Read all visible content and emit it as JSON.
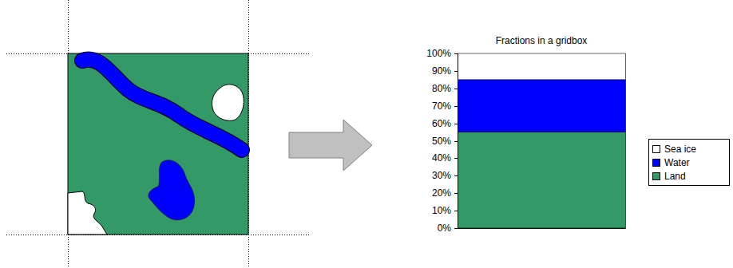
{
  "diagram": {
    "title": "Fractions in a gridbox",
    "labels": [
      "100%",
      "90%",
      "80%",
      "70%",
      "60%",
      "50%",
      "40%",
      "30%",
      "20%",
      "10%",
      "0%"
    ],
    "legend": [
      {
        "text": "Sea ice",
        "color": "#ffffff"
      },
      {
        "text": "Water",
        "color": "#0000ff"
      },
      {
        "text": "Land",
        "color": "#339966"
      }
    ]
  }
}
